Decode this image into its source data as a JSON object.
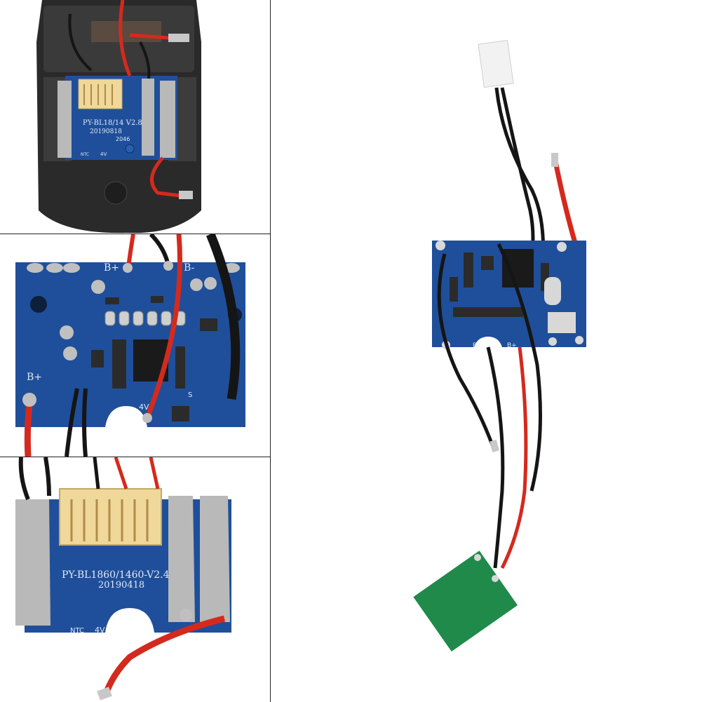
{
  "colors": {
    "pcb_blue": "#1f4f9a",
    "pcb_green": "#1f8a4a",
    "wire_red": "#d42a1e",
    "wire_black": "#151515",
    "connector_yellow": "#f0d79a",
    "case_black": "#2a2a2a"
  },
  "panel_top_left": {
    "board_model": "PY-BL18/14 V2.8",
    "board_date": "20190818",
    "board_code": "2046",
    "ntc_label": "NTC",
    "volt_label": "4V"
  },
  "panel_middle_left": {
    "b_plus_top": "B+",
    "b_minus_top": "B-",
    "b_plus_left": "B+",
    "volt_label": "4V",
    "s_label": "S"
  },
  "panel_bottom_left": {
    "board_model": "PY-BL1860/1460-V2.4",
    "board_date": "20190418",
    "ntc_label": "NTC",
    "volt_label": "4V"
  },
  "panel_right": {
    "b_minus_label": "B-",
    "b_plus_label": "B+"
  }
}
